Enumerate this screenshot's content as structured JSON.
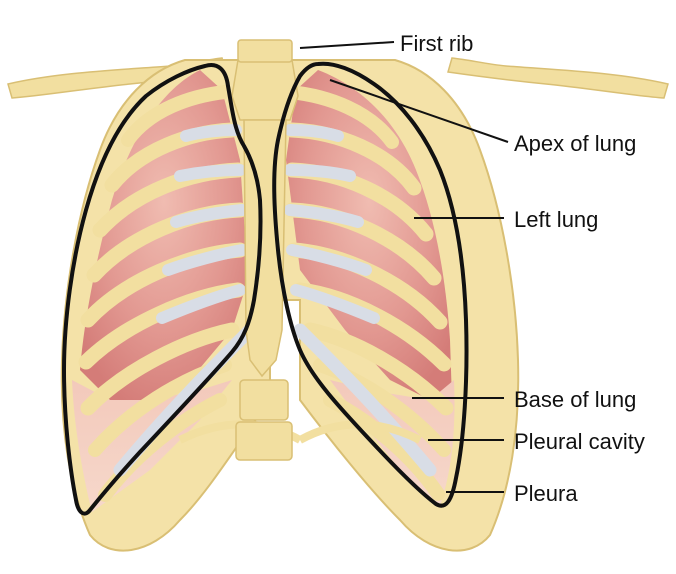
{
  "labels": {
    "first_rib": "First rib",
    "apex_of_lung": "Apex of lung",
    "left_lung": "Left lung",
    "base_of_lung": "Base of lung",
    "pleural_cavity": "Pleural cavity",
    "pleura": "Pleura"
  },
  "colors": {
    "bone": "#f2dfa0",
    "bone_edge": "#d9bf74",
    "lung": "#dd8a86",
    "lung_light": "#efb9ac",
    "cartilage": "#d8dde6",
    "outline": "#111111",
    "leader": "#111111"
  }
}
